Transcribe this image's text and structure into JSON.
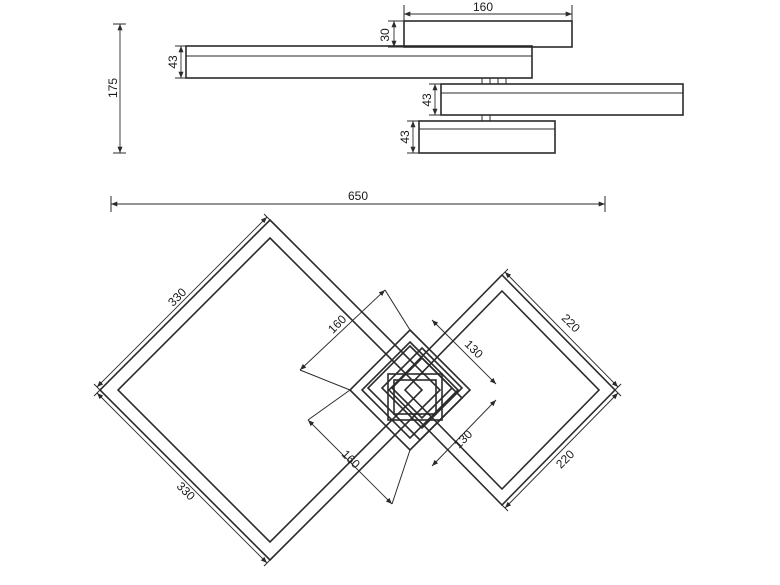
{
  "side_view": {
    "overall_height": "175",
    "top_panel_width": "160",
    "top_panel_height": "30",
    "panel1_height": "43",
    "panel2_height": "43",
    "panel3_height": "43"
  },
  "plan_view": {
    "overall_width": "650",
    "large_square_top": "330",
    "large_square_bottom": "330",
    "medium_square_top": "220",
    "medium_square_bottom": "220",
    "center_square_top": "160",
    "center_square_bottom": "160",
    "small_square_top": "130",
    "small_square_bottom": "130"
  }
}
